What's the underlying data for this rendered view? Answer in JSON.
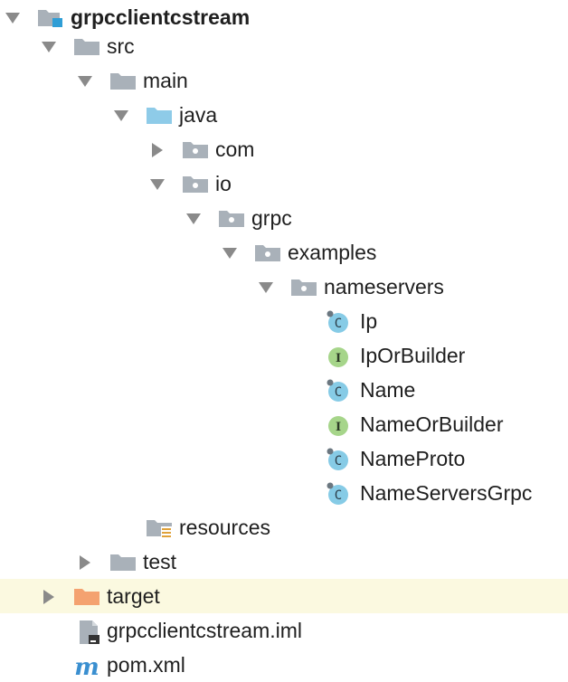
{
  "tree": {
    "root": {
      "label": "grpcclientcstream",
      "expanded": true,
      "icon": "module-folder-icon"
    },
    "src": {
      "label": "src",
      "expanded": true,
      "icon": "folder-icon"
    },
    "main": {
      "label": "main",
      "expanded": true,
      "icon": "folder-icon"
    },
    "java": {
      "label": "java",
      "expanded": true,
      "icon": "source-root-folder-icon"
    },
    "com": {
      "label": "com",
      "expanded": false,
      "icon": "package-icon"
    },
    "io": {
      "label": "io",
      "expanded": true,
      "icon": "package-icon"
    },
    "grpc": {
      "label": "grpc",
      "expanded": true,
      "icon": "package-icon"
    },
    "examples": {
      "label": "examples",
      "expanded": true,
      "icon": "package-icon"
    },
    "nameservers": {
      "label": "nameservers",
      "expanded": true,
      "icon": "package-icon"
    },
    "classes": [
      {
        "label": "Ip",
        "kind": "class",
        "icon": "class-icon"
      },
      {
        "label": "IpOrBuilder",
        "kind": "interface",
        "icon": "interface-icon"
      },
      {
        "label": "Name",
        "kind": "class",
        "icon": "class-icon"
      },
      {
        "label": "NameOrBuilder",
        "kind": "interface",
        "icon": "interface-icon"
      },
      {
        "label": "NameProto",
        "kind": "class",
        "icon": "class-icon"
      },
      {
        "label": "NameServersGrpc",
        "kind": "class",
        "icon": "class-icon"
      }
    ],
    "resources": {
      "label": "resources",
      "icon": "resources-folder-icon"
    },
    "test": {
      "label": "test",
      "expanded": false,
      "icon": "folder-icon"
    },
    "target": {
      "label": "target",
      "expanded": false,
      "icon": "excluded-folder-icon"
    },
    "iml": {
      "label": "grpcclientcstream.iml",
      "icon": "iml-file-icon"
    },
    "pom": {
      "label": "pom.xml",
      "icon": "maven-icon"
    }
  },
  "colors": {
    "folder_gray": "#a9b1b9",
    "source_root_blue": "#8ecbe8",
    "excluded_orange": "#f4a270",
    "class_blue": "#86cbe6",
    "interface_green": "#a6d58a",
    "highlight_row": "#fbf9e0",
    "maven_blue": "#3a8fd0"
  }
}
